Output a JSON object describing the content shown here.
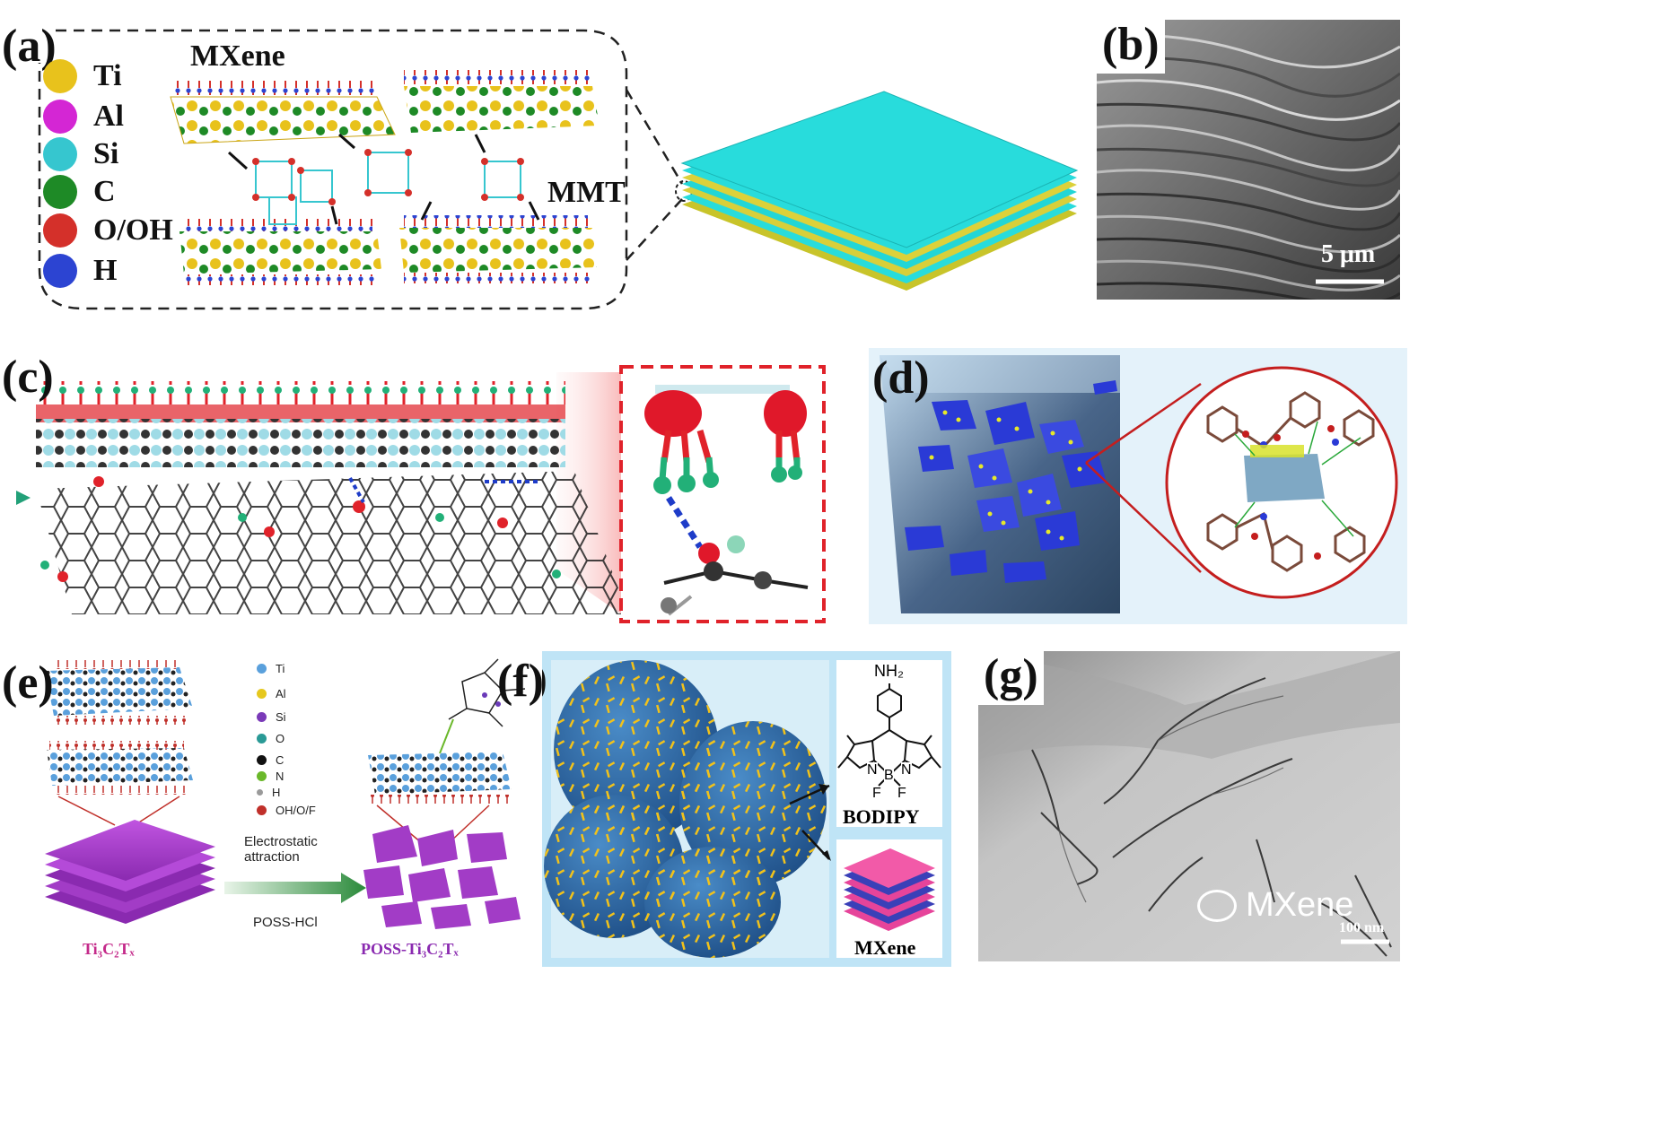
{
  "panels": {
    "a": {
      "label": "(a)",
      "mxene_title": "MXene",
      "mmt_label": "MMT",
      "legend": [
        {
          "label": "Ti",
          "color": "#e8c21c"
        },
        {
          "label": "Al",
          "color": "#d426d4"
        },
        {
          "label": "Si",
          "color": "#36c6cf"
        },
        {
          "label": "C",
          "color": "#1e8a26"
        },
        {
          "label": "O/OH",
          "color": "#d4302a"
        },
        {
          "label": "H",
          "color": "#2c44d2"
        }
      ]
    },
    "b": {
      "label": "(b)",
      "scale_bar": "5 μm"
    },
    "c": {
      "label": "(c)"
    },
    "d": {
      "label": "(d)"
    },
    "e": {
      "label": "(e)",
      "legend": [
        {
          "label": "Ti",
          "color": "#5aa0dc"
        },
        {
          "label": "Al",
          "color": "#e6c81e"
        },
        {
          "label": "Si",
          "color": "#7a3ab8"
        },
        {
          "label": "O",
          "color": "#2a9a96"
        },
        {
          "label": "C",
          "color": "#111111"
        },
        {
          "label": "N",
          "color": "#6ab82a"
        },
        {
          "label": "H",
          "color": "#9a9a9a"
        },
        {
          "label": "OH/O/F",
          "color": "#c0302a"
        }
      ],
      "arrow_top": "Electrostatic",
      "arrow_top2": "attraction",
      "arrow_bottom": "POSS-HCl",
      "left_caption": "Ti₃C₂Tₓ",
      "right_caption": "POSS-Ti₃C₂Tₓ"
    },
    "f": {
      "label": "(f)",
      "amine": "NH₂",
      "bodipy_label": "BODIPY",
      "mxene_label": "MXene",
      "atoms": [
        "N",
        "N",
        "B",
        "F",
        "F"
      ]
    },
    "g": {
      "label": "(g)",
      "scale_bar": "100 nm",
      "watermark": "MXene"
    }
  },
  "colors": {
    "cyan_sheet": "#28dcdc",
    "panel_d_bg": "#e4f2fa",
    "panel_f_bg": "#bfe4f6",
    "red_dash": "#e0222a",
    "purple": "#a23cc6"
  }
}
